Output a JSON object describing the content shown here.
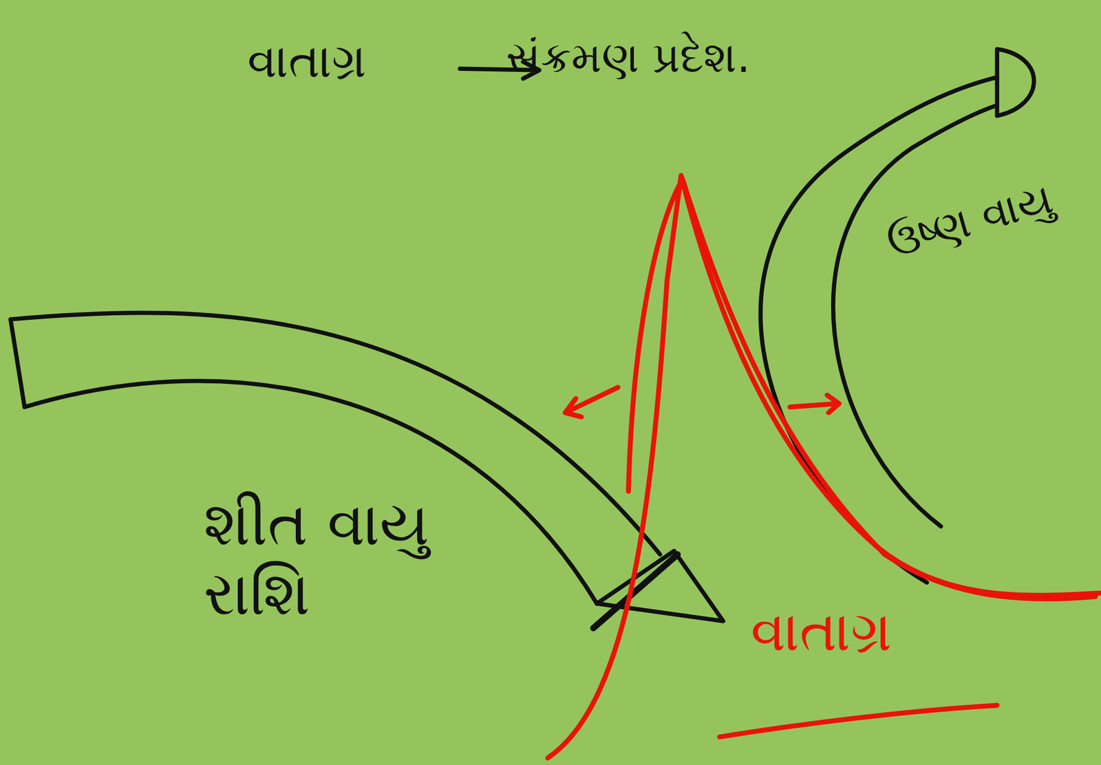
{
  "diagram": {
    "labels": [
      "વાતાગ્ર",
      "સંક્રમણ પ્રદેશ.",
      "ઉષ્ણ વાયુ",
      "શીત વાયુ રાશિ",
      "વાતાગ્ર"
    ]
  }
}
